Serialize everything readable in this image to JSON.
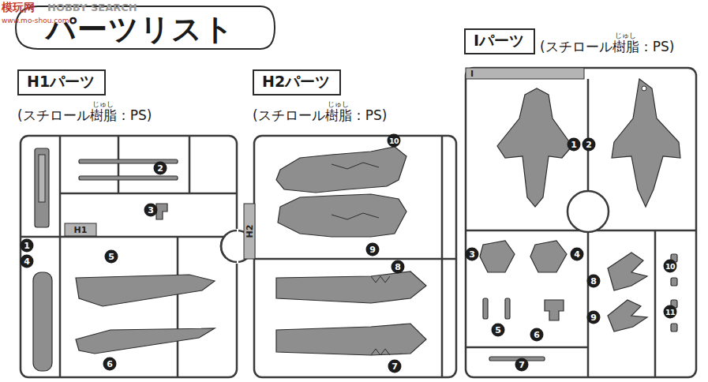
{
  "diagram": {
    "title": "パーツリスト",
    "nodes": [
      {
        "text": [
          "H1パーツ",
          "(スチロール樹脂：PS)"
        ]
      },
      {
        "text": [
          "H2パーツ",
          "(スチロール樹脂：PS)"
        ]
      },
      {
        "text": [
          "Iパーツ",
          "(スチロール樹脂：PS)"
        ]
      }
    ],
    "labels": [
      "模玩网",
      "HOBBY SEARCH",
      "www.mo-shou.com",
      "じゅし",
      "じゅし",
      "じゅし",
      "H1",
      "H2",
      "I",
      "1",
      "2",
      "3",
      "4",
      "5",
      "6",
      "10",
      "9",
      "8",
      "7",
      "1",
      "2",
      "3",
      "4",
      "5",
      "6",
      "7",
      "8",
      "9",
      "10",
      "11"
    ]
  }
}
